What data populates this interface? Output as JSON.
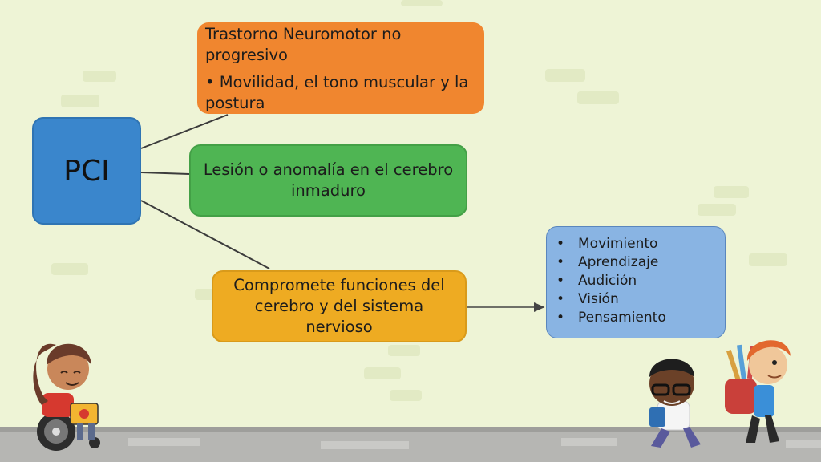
{
  "diagram": {
    "root": "PCI",
    "branch_top": {
      "title": "Trastorno Neuromotor no progresivo",
      "bullet": "• Movilidad, el tono muscular y la postura"
    },
    "branch_middle": "Lesión o anomalía en el cerebro inmaduro",
    "branch_bottom": "Compromete funciones del cerebro y del sistema nervioso",
    "list": {
      "bullet_symbol": "•",
      "items": [
        "Movimiento",
        "Aprendizaje",
        "Audición",
        "Visión",
        "Pensamiento"
      ]
    }
  },
  "colors": {
    "root": "#3a86cc",
    "top": "#f0862f",
    "middle": "#4fb553",
    "bottom": "#eeab22",
    "list": "#89b4e3",
    "background": "#eef4d6",
    "sidewalk": "#b6b6b3"
  }
}
